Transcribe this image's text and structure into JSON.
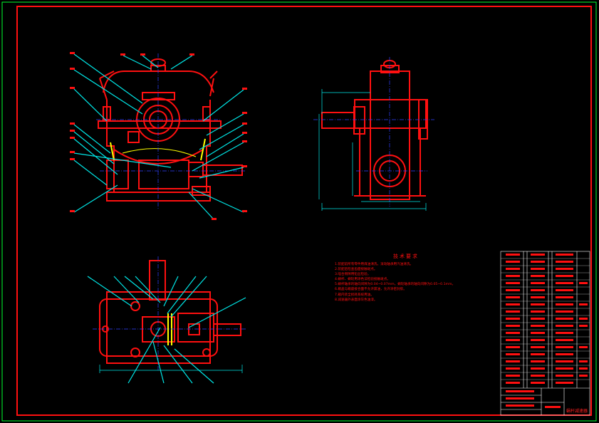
{
  "drawing": {
    "frame_color": "#ff1010",
    "outer_border_color": "#00ff30",
    "leader_color": "#00e8e8",
    "centerline_color": "#3040ff",
    "yellow_line_color": "#ffff00"
  },
  "technical_requirements": {
    "title": "技术要求",
    "lines": [
      "1.装配前所有零件用煤油清洗，滚动轴承用汽油清洗。",
      "2.装配后检查齿面接触斑点。",
      "3.啮合侧隙用铅丝检验。",
      "4.蜗杆、蜗轮用涂色法检验接触斑点。",
      "5.蜗杆轴承的轴向间隙为0.04~0.07mm，蜗轮轴承的轴向间隙为0.05~0.1mm。",
      "6.箱盖与箱座接合面不允许漏油，允许涂密封胶。",
      "7.箱内装全损耗系统用油。",
      "8.减速器外表面涂灰色油漆。"
    ]
  },
  "title_block": {
    "title": "蜗杆减速器"
  }
}
